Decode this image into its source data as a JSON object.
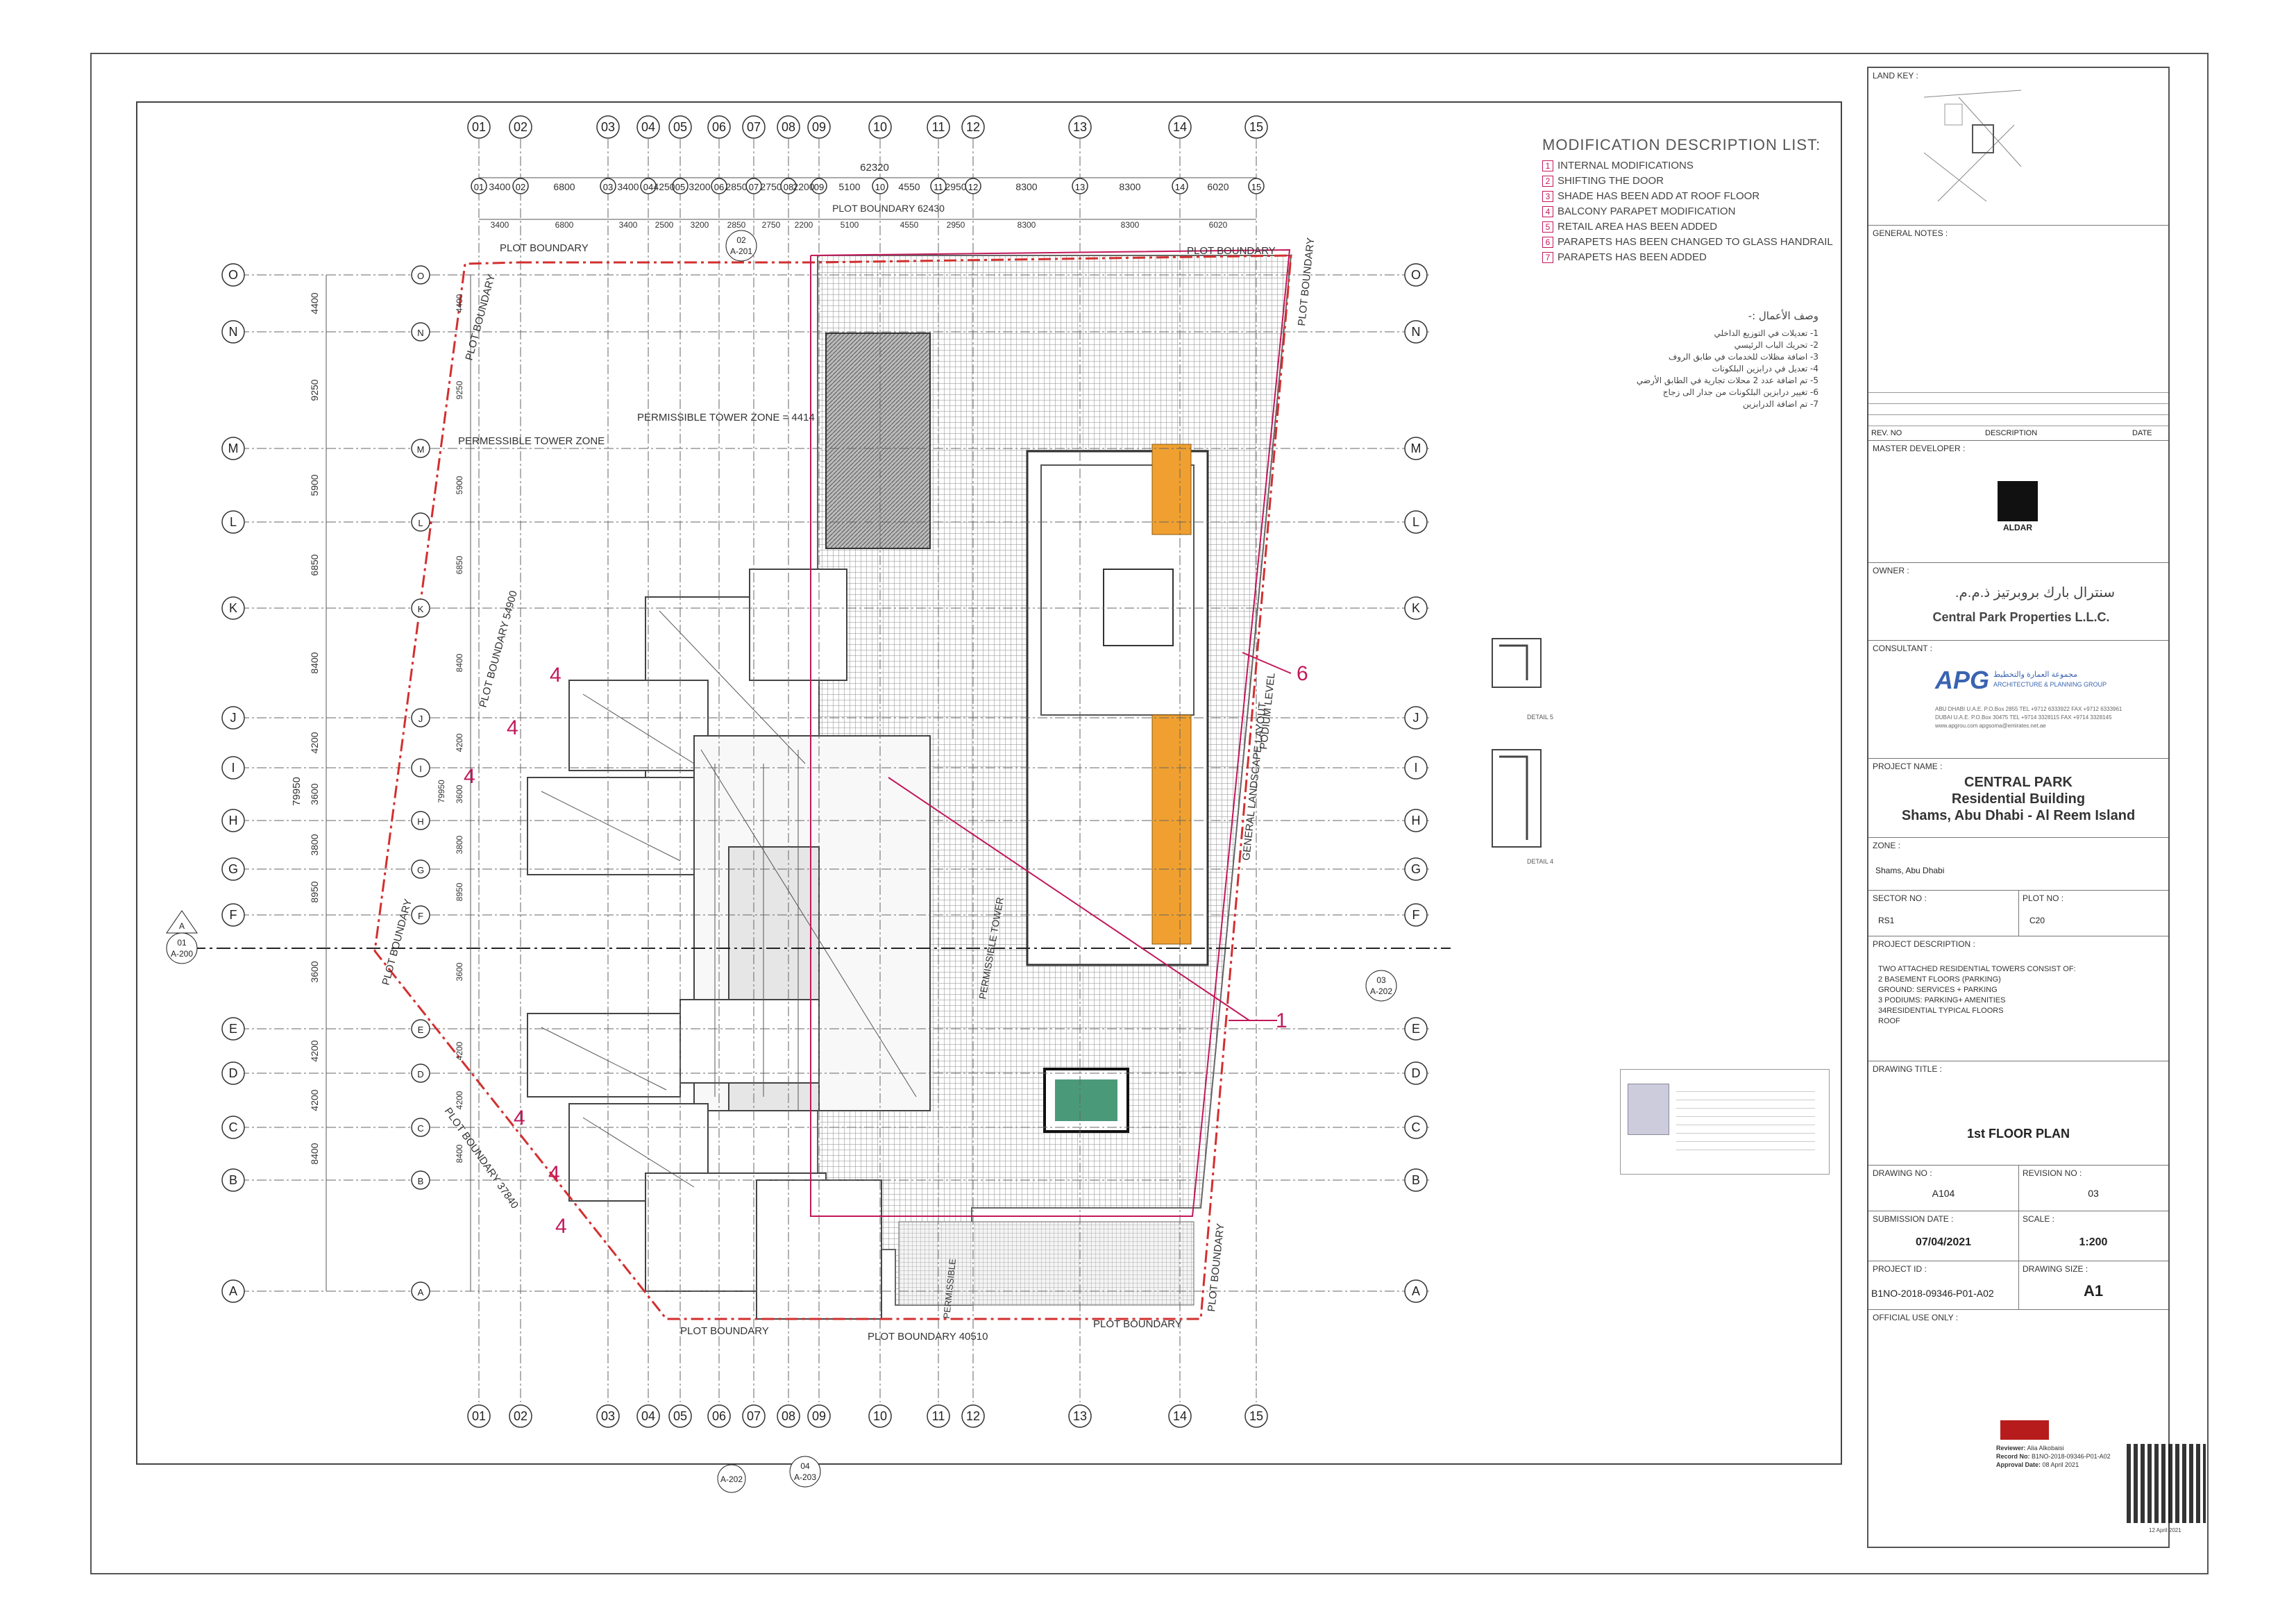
{
  "modifications": {
    "title": "MODIFICATION DESCRIPTION LIST:",
    "items": [
      {
        "no": "1",
        "text": "INTERNAL MODIFICATIONS"
      },
      {
        "no": "2",
        "text": "SHIFTING THE DOOR"
      },
      {
        "no": "3",
        "text": "SHADE HAS BEEN ADD AT ROOF FLOOR"
      },
      {
        "no": "4",
        "text": "BALCONY PARAPET MODIFICATION"
      },
      {
        "no": "5",
        "text": "RETAIL AREA HAS BEEN ADDED"
      },
      {
        "no": "6",
        "text": "PARAPETS HAS BEEN CHANGED TO GLASS HANDRAIL"
      },
      {
        "no": "7",
        "text": "PARAPETS HAS BEEN ADDED"
      }
    ]
  },
  "arabic": {
    "title": "وصف الأعمال :-",
    "items": [
      "1- تعديلات في التوزيع الداخلي",
      "2- تحريك الباب الرئيسي",
      "3- اضافة مظلات للخدمات في طابق الروف",
      "4- تعديل في درابزين البلكونات",
      "5- تم اضافة عدد 2 محلات تجارية في الطابق الأرضي",
      "6- تغيير درابزين البلكونات من جدار الى زجاج",
      "7- تم اضافة الدرابزين"
    ]
  },
  "plan": {
    "top_dim_total": "62320",
    "top_dim2_label": "PLOT BOUNDARY 62430",
    "top_dims": [
      "3400",
      "6800",
      "3400",
      "4250",
      "3200",
      "2850",
      "2750",
      "2200",
      "5100",
      "4550",
      "2950",
      "8300",
      "8300",
      "6020"
    ],
    "top_dims2": [
      "3400",
      "6800",
      "3400",
      "2500",
      "3200",
      "2850",
      "2750",
      "2200",
      "5100",
      "4550",
      "2950",
      "8300",
      "8300",
      "6020"
    ],
    "col_grid": [
      "01",
      "02",
      "03",
      "04",
      "05",
      "06",
      "07",
      "08",
      "09",
      "10",
      "11",
      "12",
      "13",
      "14",
      "15"
    ],
    "row_grid": [
      "O",
      "N",
      "M",
      "L",
      "K",
      "J",
      "I",
      "H",
      "G",
      "F",
      "E",
      "D",
      "C",
      "B",
      "A"
    ],
    "left_dims": [
      "4400",
      "9250",
      "5900",
      "6850",
      "8400",
      "4200",
      "3600",
      "3800",
      "8950",
      "3600",
      "4200",
      "4200",
      "8400"
    ],
    "left_total": "79950",
    "labels": {
      "plot_boundary_top": "PLOT BOUNDARY",
      "plot_boundary_left_top": "PLOT BOUNDARY",
      "plot_boundary_left": "PLOT BOUNDARY 54900",
      "plot_boundary_left2": "PLOT BOUNDARY",
      "plot_boundary_bl": "PLOT BOUNDARY 37840",
      "plot_boundary_bottom": "PLOT BOUNDARY 40510",
      "plot_boundary_bottom_left": "PLOT BOUNDARY",
      "plot_boundary_bottom_right": "PLOT BOUNDARY",
      "plot_boundary_right": "PLOT BOUNDARY",
      "plot_boundary_right_top": "PLOT BOUNDARY",
      "permissible_zone": "PERMESSIBLE TOWER ZONE",
      "permissible_zone2": "PERMISSIBLE TOWER ZONE = 4414",
      "landscape": "GENERAL LANDSCAPE LAYOUT",
      "podium": "PODIUM LEVEL",
      "permissible_vertical": "PERMISSIBLE TOWER",
      "permissible_vertical2": "PERMISSIBLE"
    },
    "callouts": [
      "4",
      "4",
      "4",
      "4",
      "4",
      "4",
      "6",
      "1"
    ],
    "sections": {
      "top": {
        "num": "02",
        "ref": "A-201"
      },
      "left": {
        "num": "01",
        "ref": "A-200",
        "letter": "A",
        "ref2": "A-200"
      },
      "right": {
        "num": "03",
        "ref": "A-202"
      },
      "bottom": {
        "num": "04",
        "ref": "A-203",
        "ref2": "A-202"
      }
    },
    "details": {
      "d5": "DETAIL 5",
      "d4": "DETAIL 4"
    }
  },
  "title_block": {
    "land_key": "LAND KEY :",
    "general_notes": "GENERAL NOTES :",
    "rev_no": "REV. NO",
    "description": "DESCRIPTION",
    "date": "DATE",
    "master_developer": "MASTER DEVELOPER :",
    "aldar": "ALDAR",
    "owner": "OWNER :",
    "owner_ar": "سنترال بارك بروبرتيز ذ.م.م.",
    "owner_name": "Central Park Properties L.L.C.",
    "consultant": "CONSULTANT :",
    "apg": "APG",
    "apg_ar": "مجموعة العمارة والتخطيط",
    "apg_name": "ARCHITECTURE & PLANNING GROUP",
    "apg_addr1": "ABU DHABI U.A.E. P.O.Box 2855 TEL +9712 6333922 FAX +9712 6333961",
    "apg_addr2": "DUBAI U.A.E. P.O.Box 30475 TEL +9714 3328115 FAX +9714 3328145",
    "apg_addr3": "www.apgrou.com apgsoma@emirates.net.ae",
    "project_name": "PROJECT NAME :",
    "project_line1": "CENTRAL PARK",
    "project_line2": "Residential Building",
    "project_line3": "Shams, Abu Dhabi - Al Reem Island",
    "zone": "ZONE :",
    "zone_val": "Shams, Abu Dhabi",
    "sector_no": "SECTOR NO :",
    "sector_val": "RS1",
    "plot_no": "PLOT NO :",
    "plot_val": "C20",
    "project_description": "PROJECT DESCRIPTION :",
    "desc_lines": [
      "TWO ATTACHED RESIDENTIAL TOWERS CONSIST OF:",
      "2 BASEMENT FLOORS (PARKING)",
      "GROUND: SERVICES + PARKING",
      "3 PODIUMS: PARKING+ AMENITIES",
      "34RESIDENTIAL TYPICAL FLOORS",
      "ROOF"
    ],
    "drawing_title": "DRAWING TITLE :",
    "drawing_title_val": "1st FLOOR PLAN",
    "drawing_no": "DRAWING NO :",
    "drawing_no_val": "A104",
    "revision_no": "REVISION NO :",
    "revision_val": "03",
    "submission_date": "SUBMISSION DATE :",
    "submission_val": "07/04/2021",
    "scale": "SCALE :",
    "scale_val": "1:200",
    "project_id": "PROJECT ID :",
    "project_id_val": "B1NO-2018-09346-P01-A02",
    "drawing_size": "DRAWING SIZE :",
    "drawing_size_val": "A1",
    "official_use": "OFFICIAL USE ONLY :",
    "reviewer_label": "Reviewer:",
    "reviewer": "Alia Alkobaisi",
    "record_label": "Record No:",
    "record": "B1NO-2018-09346-P01-A02",
    "approval_label": "Approval Date:",
    "approval": "08 April 2021",
    "qr_date": "12 April 2021"
  },
  "colors": {
    "accent": "#c2185b",
    "plot_line": "#d32f2f",
    "stairs": "#f0a030"
  }
}
